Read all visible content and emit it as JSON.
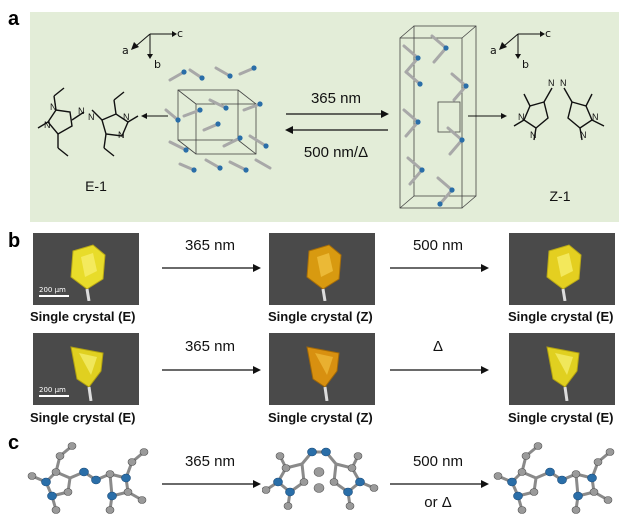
{
  "panels": {
    "a": {
      "label": "a",
      "axes_left": {
        "a": "a",
        "b": "b",
        "c": "c"
      },
      "axes_right": {
        "a": "a",
        "b": "b",
        "c": "c"
      },
      "forward": "365 nm",
      "backward": "500 nm/Δ",
      "left_compound": "E-1",
      "right_compound": "Z-1"
    },
    "b": {
      "label": "b",
      "scale_bar": "200 μm",
      "row1": {
        "arrow1": "365 nm",
        "arrow2": "500 nm",
        "captions": [
          "Single crystal (E)",
          "Single crystal (Z)",
          "Single crystal (E)"
        ]
      },
      "row2": {
        "arrow1": "365 nm",
        "arrow2": "Δ",
        "captions": [
          "Single crystal (E)",
          "Single crystal (Z)",
          "Single crystal (E)"
        ]
      },
      "colors": {
        "photo_bg": "#4a4a4a",
        "crystal_E": "#e8dc2a",
        "crystal_Z": "#d89a10"
      }
    },
    "c": {
      "label": "c",
      "arrow1": "365 nm",
      "arrow2_top": "500 nm",
      "arrow2_bottom": "or Δ"
    }
  },
  "colors": {
    "panel_a_bg": "#e3edd8",
    "nitrogen": "#2a6ea8",
    "carbon": "#9a9a9a"
  }
}
